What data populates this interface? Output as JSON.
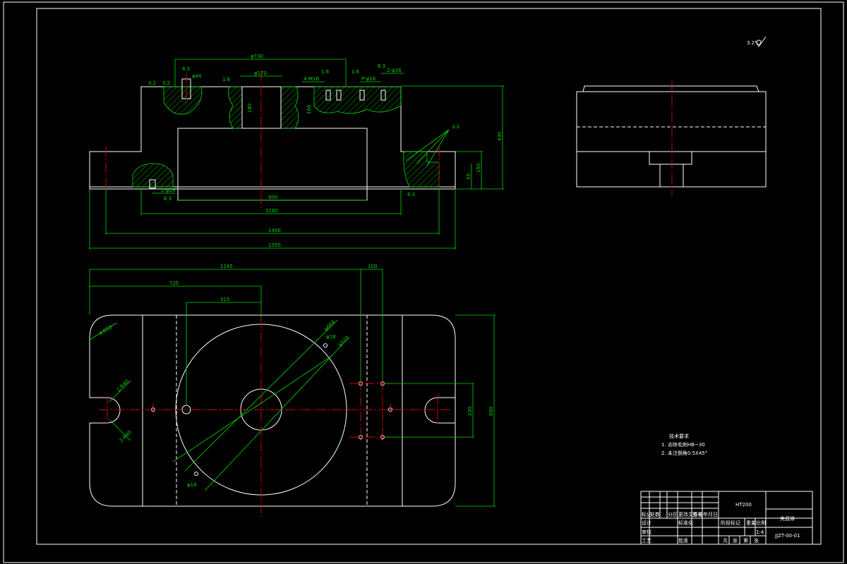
{
  "colors": {
    "background": "#000000",
    "outline": "#ffffff",
    "dimension": "#00d800",
    "centerline": "#e00000"
  },
  "roughness_symbol": "3.2",
  "dims_front": {
    "d730": "φ730",
    "d40": "φ40",
    "d170": "φ170",
    "m16": "4-M16",
    "p16": "P-φ16",
    "h16": "2-φ16",
    "v180": "180",
    "v160": "160",
    "v430": "430",
    "v55": "55",
    "v150": "150",
    "s2d26": "2-φ26",
    "h900": "900",
    "h1180": "1180",
    "h1400": "1400",
    "h1550": "1550",
    "r32a": "3.2",
    "r32b": "3.2",
    "r32c": "3.2",
    "r16a": "1.6",
    "r16b": "1.6",
    "r16c": "1.6",
    "r63a": "6.3",
    "r63b": "6.3",
    "r63c": "6.3",
    "r63d": "6.3"
  },
  "dims_plan": {
    "h1145": "1145",
    "h100": "100",
    "h725": "725",
    "h315": "315",
    "v230": "230",
    "v600": "600",
    "r4R50": "4-R50",
    "d664": "φ664",
    "d520": "φ520",
    "s2R40a": "2-R40",
    "s2R40b": "2-R40",
    "c18a": "φ18",
    "c18b": "φ18"
  },
  "notes": {
    "title": "技术要求",
    "line1": "1. 去除毛刺HB~30",
    "line2": "2. 未注倒角0.5X45°"
  },
  "title_block": {
    "material": "HT200",
    "drawing_name": "夹具体",
    "drawing_number": "JJZT-00-01",
    "scale": "1:4",
    "weight_label": "重量",
    "scale_label": "比例",
    "stage_label": "阶段标记",
    "c_mark": "标记",
    "c_count": "处数",
    "c_zone": "分区",
    "c_docno": "更改文件号",
    "c_sign": "签名",
    "c_date": "年月日",
    "r_design": "设计",
    "r_check": "审核",
    "r_craft": "工艺",
    "r_std": "标准化",
    "r_approve": "批准",
    "sheet_total": "共",
    "sheet_1": "张",
    "sheet_2": "第",
    "sheet_3": "张"
  }
}
